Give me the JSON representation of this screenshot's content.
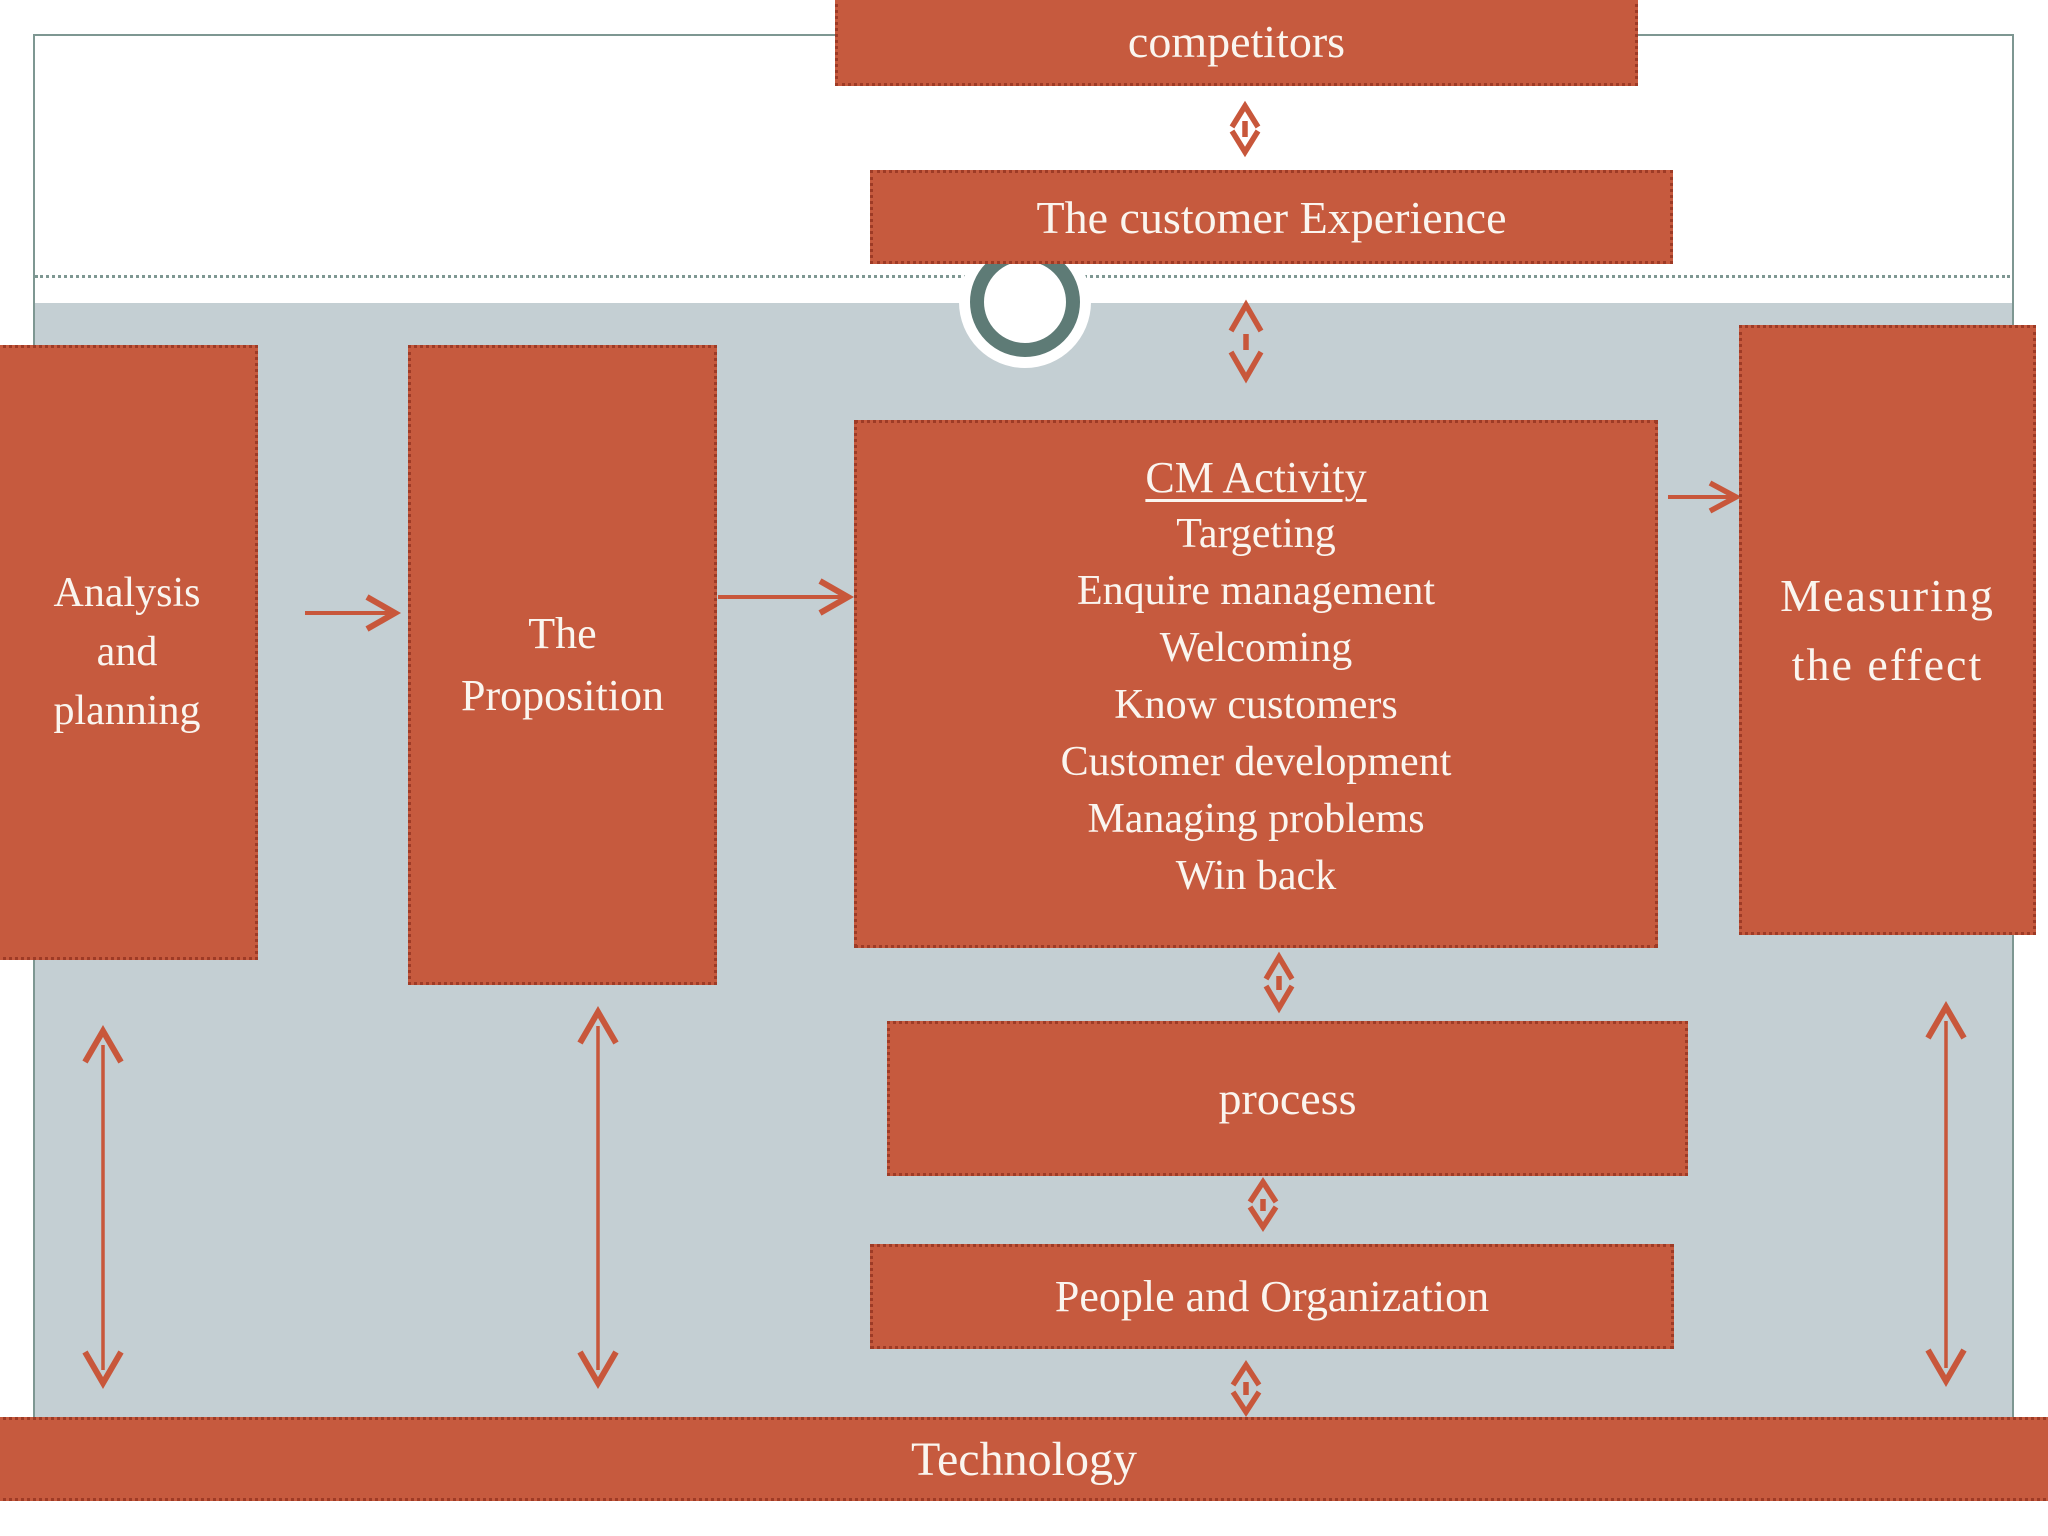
{
  "colors": {
    "terracotta": "#C65A3E",
    "terracotta_border": "#9E3B26",
    "panel": "#C4CFD3",
    "teal": "#7E9792",
    "ring": "#5E7B76",
    "arrow": "#C8573B",
    "box_text": "#FAF5EF"
  },
  "boxes": {
    "competitors": {
      "label": "competitors"
    },
    "customer_experience": {
      "label": "The customer Experience"
    },
    "cm_activity": {
      "title": "CM Activity",
      "items": [
        "Targeting",
        "Enquire management",
        "Welcoming",
        "Know customers",
        "Customer development",
        "Managing problems",
        "Win back"
      ]
    },
    "analysis_planning": {
      "label": [
        "Analysis",
        "and",
        "planning"
      ]
    },
    "proposition": {
      "label": [
        "The",
        "Proposition"
      ]
    },
    "measuring": {
      "label": [
        "Measuring",
        "the effect"
      ]
    },
    "process": {
      "label": "process"
    },
    "people_org": {
      "label": "People and Organization"
    },
    "technology": {
      "label": "Technology"
    }
  },
  "connectors": {
    "competitors_customer": "double-diamond-arrow",
    "customer_cm": "double-diamond-arrow",
    "cm_process": "double-diamond-arrow",
    "process_people": "double-diamond-arrow",
    "people_technology": "double-diamond-arrow",
    "analysis_to_proposition": "right-arrow",
    "proposition_to_cm": "right-arrow",
    "cm_to_measuring": "right-arrow",
    "left_vertical": "double-headed-arrow",
    "proposition_vertical": "double-headed-arrow",
    "right_vertical": "double-headed-arrow"
  }
}
